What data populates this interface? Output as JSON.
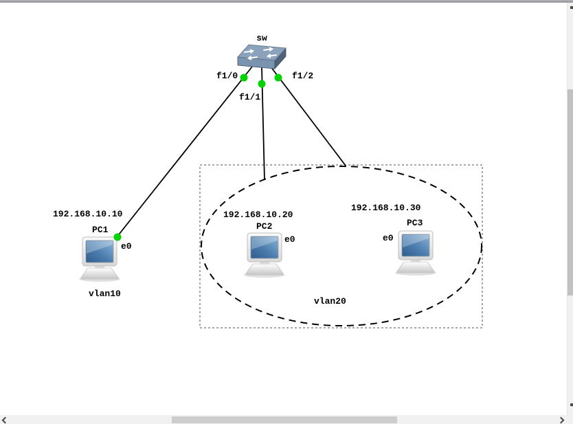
{
  "topology": {
    "switch": {
      "label": "sw"
    },
    "ports": {
      "f0": "f1/0",
      "f1": "f1/1",
      "f2": "f1/2"
    },
    "pc1": {
      "ip": "192.168.10.10",
      "name": "PC1",
      "iface": "e0",
      "vlan": "vlan10"
    },
    "pc2": {
      "ip": "192.168.10.20",
      "name": "PC2",
      "iface": "e0"
    },
    "pc3": {
      "ip": "192.168.10.30",
      "name": "PC3",
      "iface": "e0"
    },
    "vlan20": {
      "label": "vlan20"
    }
  },
  "colors": {
    "link": "#000000",
    "endpoint": "#00d300",
    "switch_top": "#8ba2bc",
    "switch_front": "#7a94af",
    "switch_side": "#506276",
    "vlan_ellipse": "#000000",
    "selection_border": "#8a8a8a",
    "scroll_track": "#f1f1f1",
    "scroll_thumb": "#c1c1c1"
  },
  "icons": {
    "switch": "network-switch",
    "pc": "desktop-computer",
    "endpoint": "green-link-dot",
    "scroll_left": "chevron-left",
    "scroll_right": "chevron-right"
  }
}
